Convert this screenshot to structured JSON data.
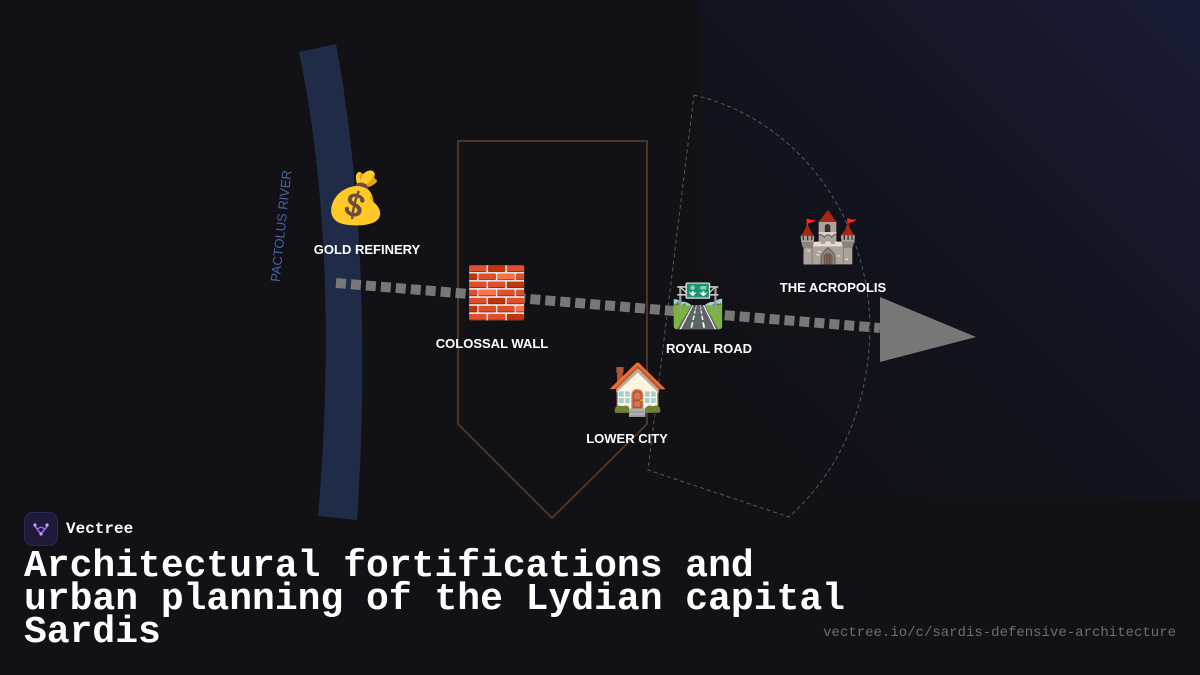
{
  "diagram": {
    "river_label": "PACTOLUS RIVER",
    "nodes": [
      {
        "id": "gold-refinery",
        "icon": "money-bag-icon",
        "emoji": "💰",
        "label": "GOLD REFINERY"
      },
      {
        "id": "colossal-wall",
        "icon": "brick-icon",
        "emoji": "🧱",
        "label": "COLOSSAL WALL"
      },
      {
        "id": "royal-road",
        "icon": "motorway-icon",
        "emoji": "🛣️",
        "label": "ROYAL ROAD"
      },
      {
        "id": "lower-city",
        "icon": "house-icon",
        "emoji": "🏠",
        "label": "LOWER CITY"
      },
      {
        "id": "the-acropolis",
        "icon": "castle-icon",
        "emoji": "🏰",
        "label": "THE ACROPOLIS"
      }
    ],
    "colors": {
      "river": "#1f2b47",
      "wall_outline": "#4a352a",
      "arrow": "#777777",
      "acropolis_outline": "#55555c",
      "river_label": "#4a63a6"
    }
  },
  "brand": {
    "name": "Vectree",
    "icon": "vectree-logo-icon"
  },
  "title_lines": [
    "Architectural fortifications and",
    "urban planning of the Lydian capital",
    "Sardis"
  ],
  "url": "vectree.io/c/sardis-defensive-architecture"
}
